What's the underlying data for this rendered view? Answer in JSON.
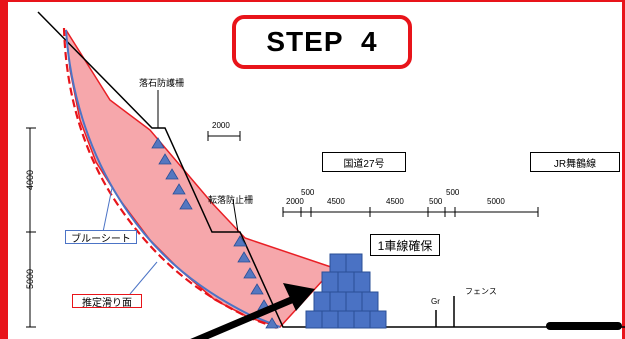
{
  "step_title": "STEP  4",
  "labels": {
    "rockfall_fence": "落石防護柵",
    "fall_prevention_fence": "転落防止柵",
    "national_route": "国道27号",
    "jr_line": "JR舞鶴線",
    "blue_sheet": "ブルーシート",
    "slip_surface": "推定滑り面",
    "one_lane": "1車線確保",
    "fence": "フェンス",
    "guardrail": "Gr"
  },
  "dimensions": {
    "top_2000": "2000",
    "left_4000": "4000",
    "left_5000": "5000",
    "row_500_a": "500",
    "row_2000": "2000",
    "row_4500_a": "4500",
    "row_4500_b": "4500",
    "row_500_b": "500",
    "row_500_c": "500",
    "row_5000": "5000"
  },
  "colors": {
    "frame_red": "#e8141a",
    "slide_fill": "#f6a3a7",
    "slide_edge": "#e8141a",
    "sandbag_blue": "#4a72c4",
    "sandbag_edge": "#2a4f96",
    "triangle_blue": "#5577c0"
  }
}
